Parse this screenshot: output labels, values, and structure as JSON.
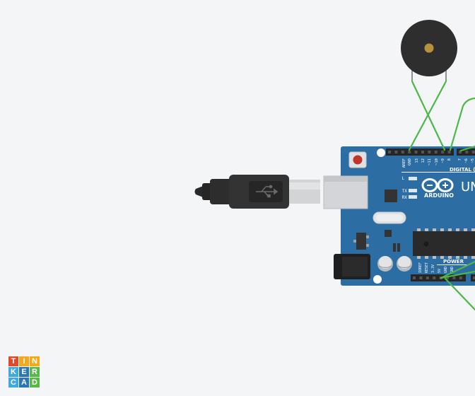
{
  "brand": {
    "letters": [
      "T",
      "I",
      "N",
      "K",
      "E",
      "R",
      "C",
      "A",
      "D"
    ],
    "colors": [
      "#e2482b",
      "#f4a81d",
      "#f4a81d",
      "#3fa9e0",
      "#2b76b9",
      "#5ab84a",
      "#3fa9e0",
      "#2b76b9",
      "#5ab84a"
    ]
  },
  "board": {
    "logo_text": "ARDUINO",
    "model_text": "UNO",
    "digital_label": "DIGITAL (PWM~)",
    "power_label": "POWER",
    "led_labels": [
      "L",
      "TX",
      "RX"
    ],
    "top_pins": [
      "AREF",
      "GND",
      "13",
      "12",
      "~11",
      "~10",
      "~9",
      "8",
      "7",
      "~6",
      "~5"
    ],
    "power_pins": [
      "IOREF",
      "RESET",
      "3.3V",
      "5V",
      "GND",
      "GND"
    ],
    "color": "#2c6ea4"
  },
  "wire_color": "#4cb848",
  "icons": [
    "usb-symbol-icon",
    "infinity-logo-icon"
  ]
}
